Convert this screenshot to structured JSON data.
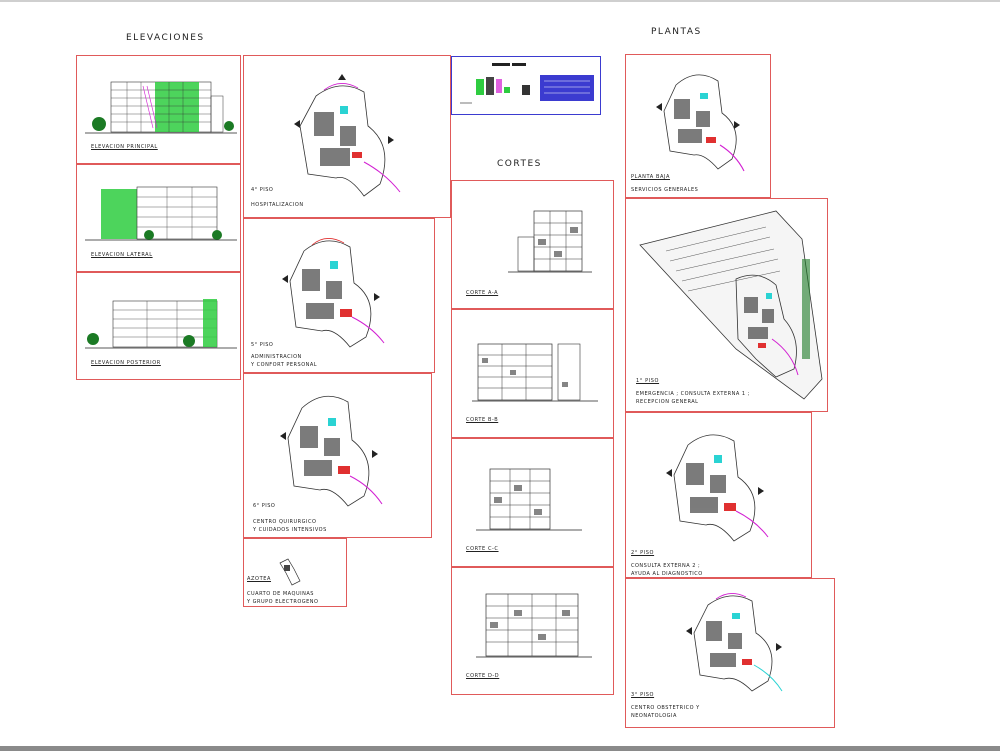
{
  "headings": {
    "elevaciones": "ELEVACIONES",
    "plantas": "PLANTAS",
    "cortes": "CORTES"
  },
  "elevations": [
    {
      "label": "ELEVACION PRINCIPAL"
    },
    {
      "label": "ELEVACION LATERAL"
    },
    {
      "label": "ELEVACION POSTERIOR"
    }
  ],
  "upper_floors": [
    {
      "title": "4° PISO",
      "subtitle": "HOSPITALIZACION"
    },
    {
      "title": "5° PISO",
      "subtitle": "ADMINISTRACION\nY CONFORT PERSONAL"
    },
    {
      "title": "6° PISO",
      "subtitle": "CENTRO QUIRURGICO\nY CUIDADOS INTENSIVOS"
    }
  ],
  "roof": {
    "title": "AZOTEA",
    "subtitle": "CUARTO DE MAQUINAS\nY GRUPO ELECTROGENO"
  },
  "sections": [
    {
      "label": "CORTE A-A"
    },
    {
      "label": "CORTE B-B"
    },
    {
      "label": "CORTE C-C"
    },
    {
      "label": "CORTE D-D"
    }
  ],
  "plans": [
    {
      "title": "PLANTA BAJA",
      "subtitle": "SERVICIOS GENERALES"
    },
    {
      "title": "1° PISO",
      "subtitle": "EMERGENCIA ; CONSULTA EXTERNA 1 ;\nRECEPCION GENERAL"
    },
    {
      "title": "2° PISO",
      "subtitle": "CONSULTA EXTERNA 2 ;\nAYUDA AL DIAGNOSTICO"
    },
    {
      "title": "3° PISO",
      "subtitle": "CENTRO OBSTETRICO Y\nNEONATOLOGIA"
    }
  ],
  "colors": {
    "sheet_border": "#e05a5a",
    "legend_border": "#3b3bd0",
    "facade_green": "#2ecc40",
    "accent_magenta": "#d21fd2",
    "accent_cyan": "#2ad3d3"
  }
}
